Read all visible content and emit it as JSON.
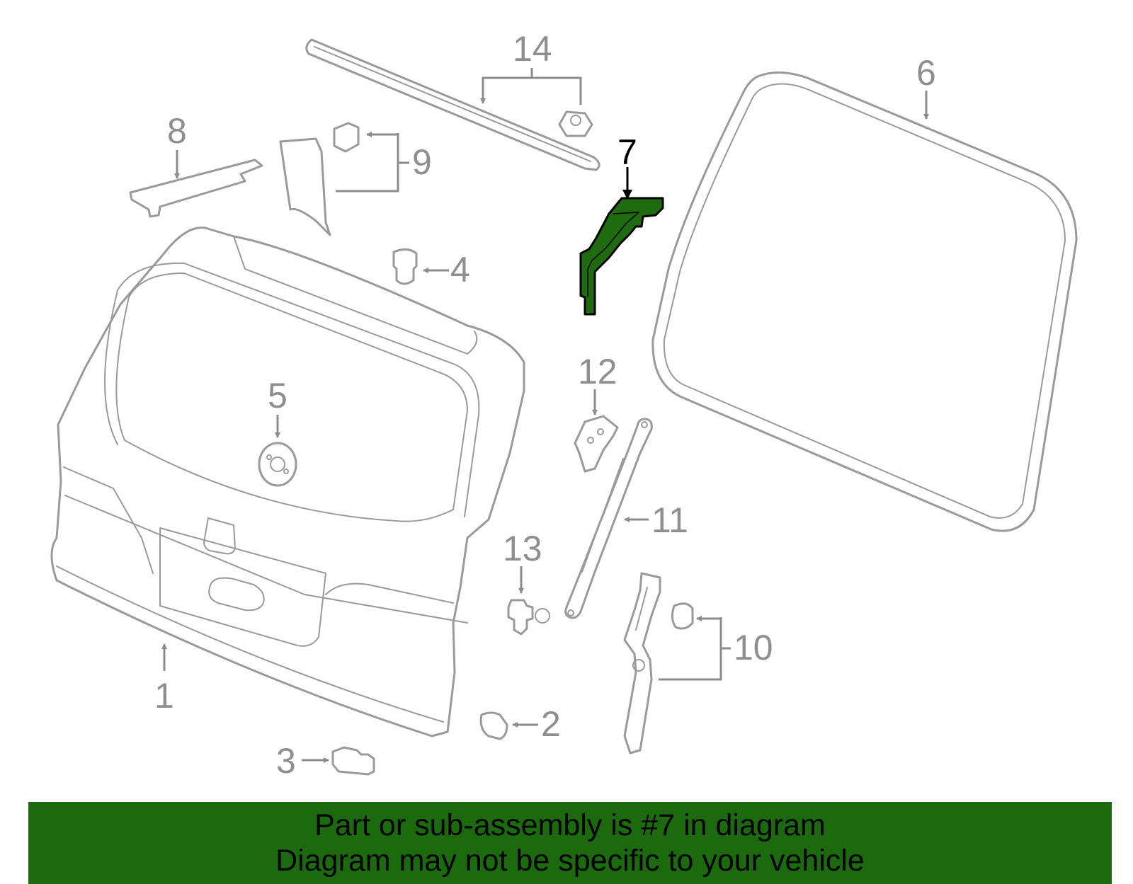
{
  "diagram": {
    "callouts": [
      "1",
      "2",
      "3",
      "4",
      "5",
      "6",
      "7",
      "8",
      "9",
      "10",
      "11",
      "12",
      "13",
      "14"
    ],
    "highlighted_part": "7",
    "highlight_color": "#1f6b10",
    "part_color": "#9a9a9a"
  },
  "banner": {
    "line1": "Part or sub-assembly is #7 in diagram",
    "line2": "Diagram may not be specific to your vehicle",
    "background": "#1b6a0e"
  }
}
